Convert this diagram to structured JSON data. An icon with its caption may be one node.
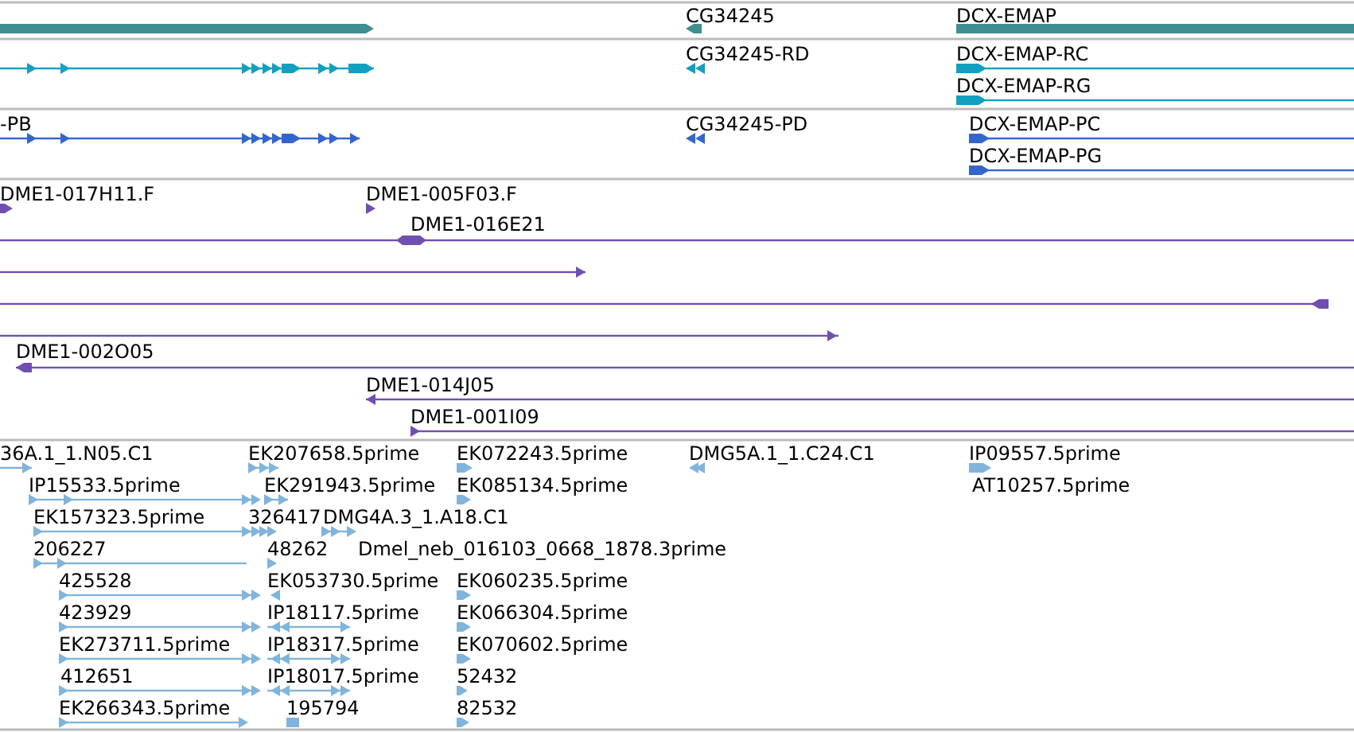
{
  "diagram": {
    "labels": [
      "CG34245",
      "DCX-EMAP",
      "CG34245-RD",
      "DCX-EMAP-RC",
      "DCX-EMAP-RG",
      "-PB",
      "CG34245-PD",
      "DCX-EMAP-PC",
      "DCX-EMAP-PG",
      "DME1-017H11.F",
      "DME1-005F03.F",
      "DME1-016E21",
      "DME1-002O05",
      "DME1-014J05",
      "DME1-001I09",
      "36A.1_1.N05.C1",
      "EK207658.5prime",
      "EK072243.5prime",
      "DMG5A.1_1.C24.C1",
      "IP09557.5prime",
      "IP15533.5prime",
      "EK291943.5prime",
      "EK085134.5prime",
      "AT10257.5prime",
      "EK157323.5prime",
      "326417",
      "DMG4A.3_1.A18.C1",
      "206227",
      "48262",
      "Dmel_neb_016103_0668_1878.3prime",
      "425528",
      "EK053730.5prime",
      "EK060235.5prime",
      "423929",
      "IP18117.5prime",
      "EK066304.5prime",
      "EK273711.5prime",
      "IP18317.5prime",
      "EK070602.5prime",
      "412651",
      "IP18017.5prime",
      "52432",
      "EK266343.5prime",
      "195794",
      "82532"
    ]
  }
}
